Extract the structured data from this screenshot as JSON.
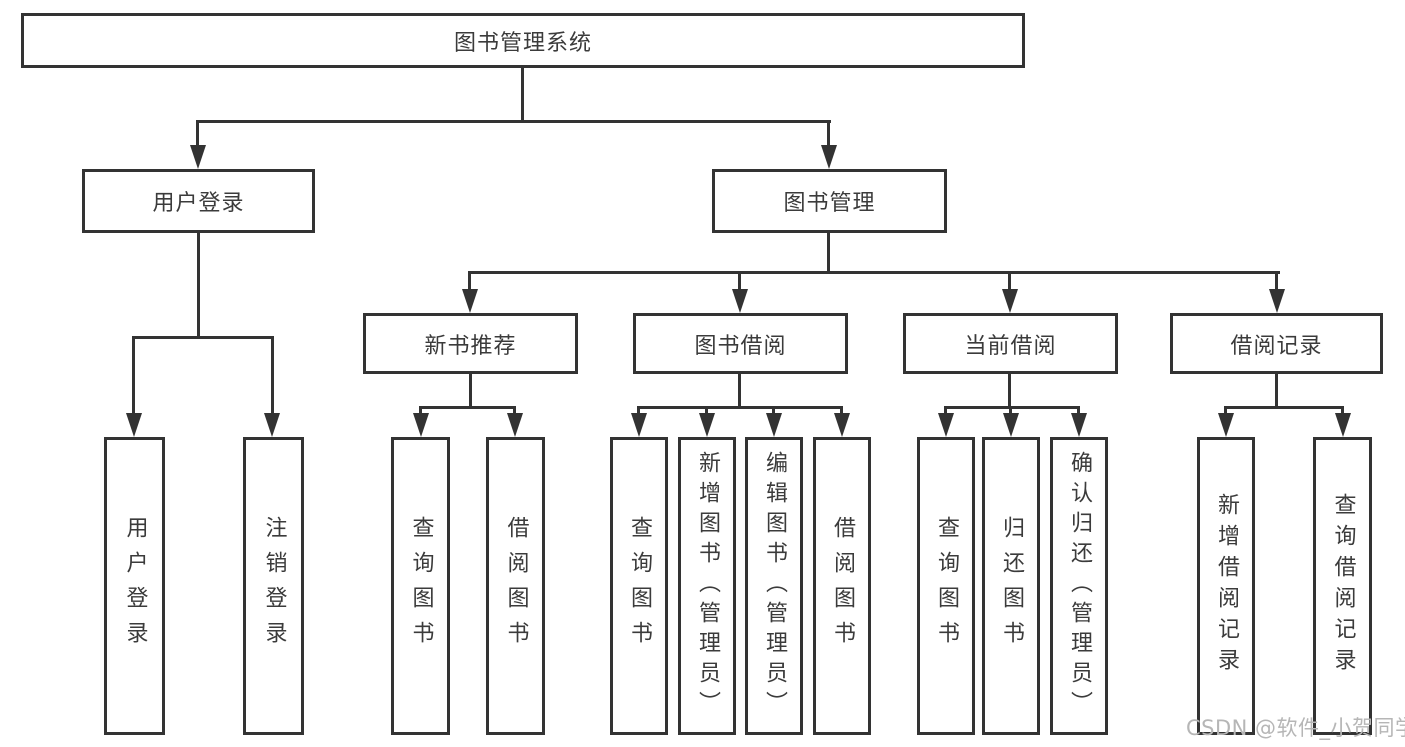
{
  "tree": {
    "label": "图书管理系统",
    "children": [
      {
        "label": "用户登录",
        "children": [
          {
            "label": "用户登录"
          },
          {
            "label": "注销登录"
          }
        ]
      },
      {
        "label": "图书管理",
        "children": [
          {
            "label": "新书推荐",
            "children": [
              {
                "label": "查询图书"
              },
              {
                "label": "借阅图书"
              }
            ]
          },
          {
            "label": "图书借阅",
            "children": [
              {
                "label": "查询图书"
              },
              {
                "label": "新增图书（管理员）"
              },
              {
                "label": "编辑图书（管理员）"
              },
              {
                "label": "借阅图书"
              }
            ]
          },
          {
            "label": "当前借阅",
            "children": [
              {
                "label": "查询图书"
              },
              {
                "label": "归还图书"
              },
              {
                "label": "确认归还（管理员）"
              }
            ]
          },
          {
            "label": "借阅记录",
            "children": [
              {
                "label": "新增借阅记录"
              },
              {
                "label": "查询借阅记录"
              }
            ]
          }
        ]
      }
    ]
  },
  "watermark": "CSDN @软件_小贺同学",
  "colors": {
    "line": "#333333",
    "text": "#3b3b3b",
    "watermark": "#b6b6b6",
    "background": "#ffffff"
  }
}
